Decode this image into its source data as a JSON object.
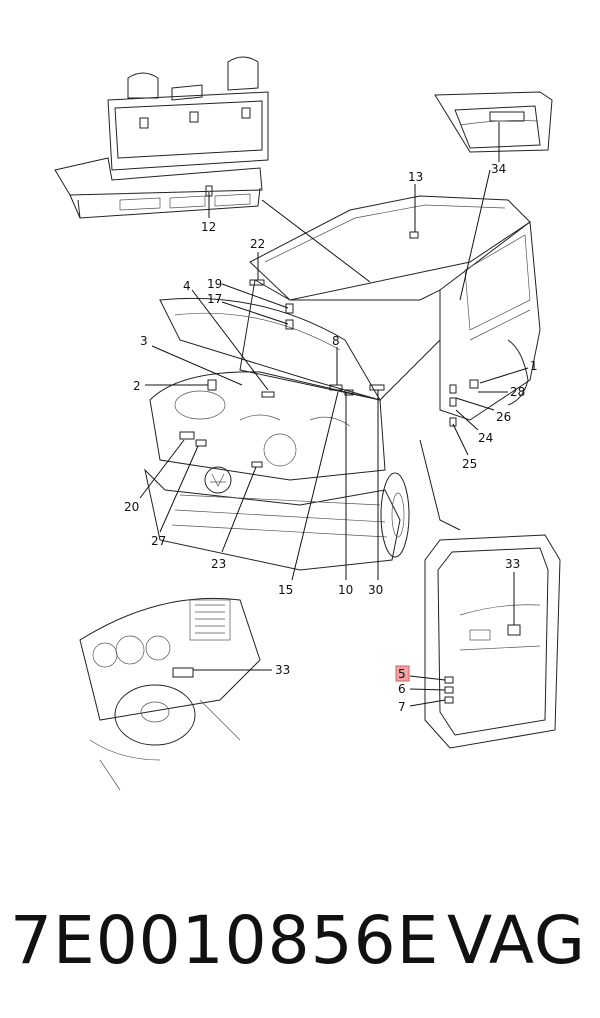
{
  "callouts": {
    "c1": "1",
    "c2": "2",
    "c3": "3",
    "c4": "4",
    "c5": "5",
    "c6": "6",
    "c7": "7",
    "c8": "8",
    "c10": "10",
    "c12": "12",
    "c13": "13",
    "c15": "15",
    "c17": "17",
    "c19": "19",
    "c20": "20",
    "c22": "22",
    "c23": "23",
    "c24": "24",
    "c25": "25",
    "c26": "26",
    "c27": "27",
    "c28": "28",
    "c30": "30",
    "c33a": "33",
    "c33b": "33",
    "c34": "34"
  },
  "highlight_color": "#f4a3a3",
  "footer": {
    "part_number": "7E0010856E",
    "brand": "VAG"
  }
}
